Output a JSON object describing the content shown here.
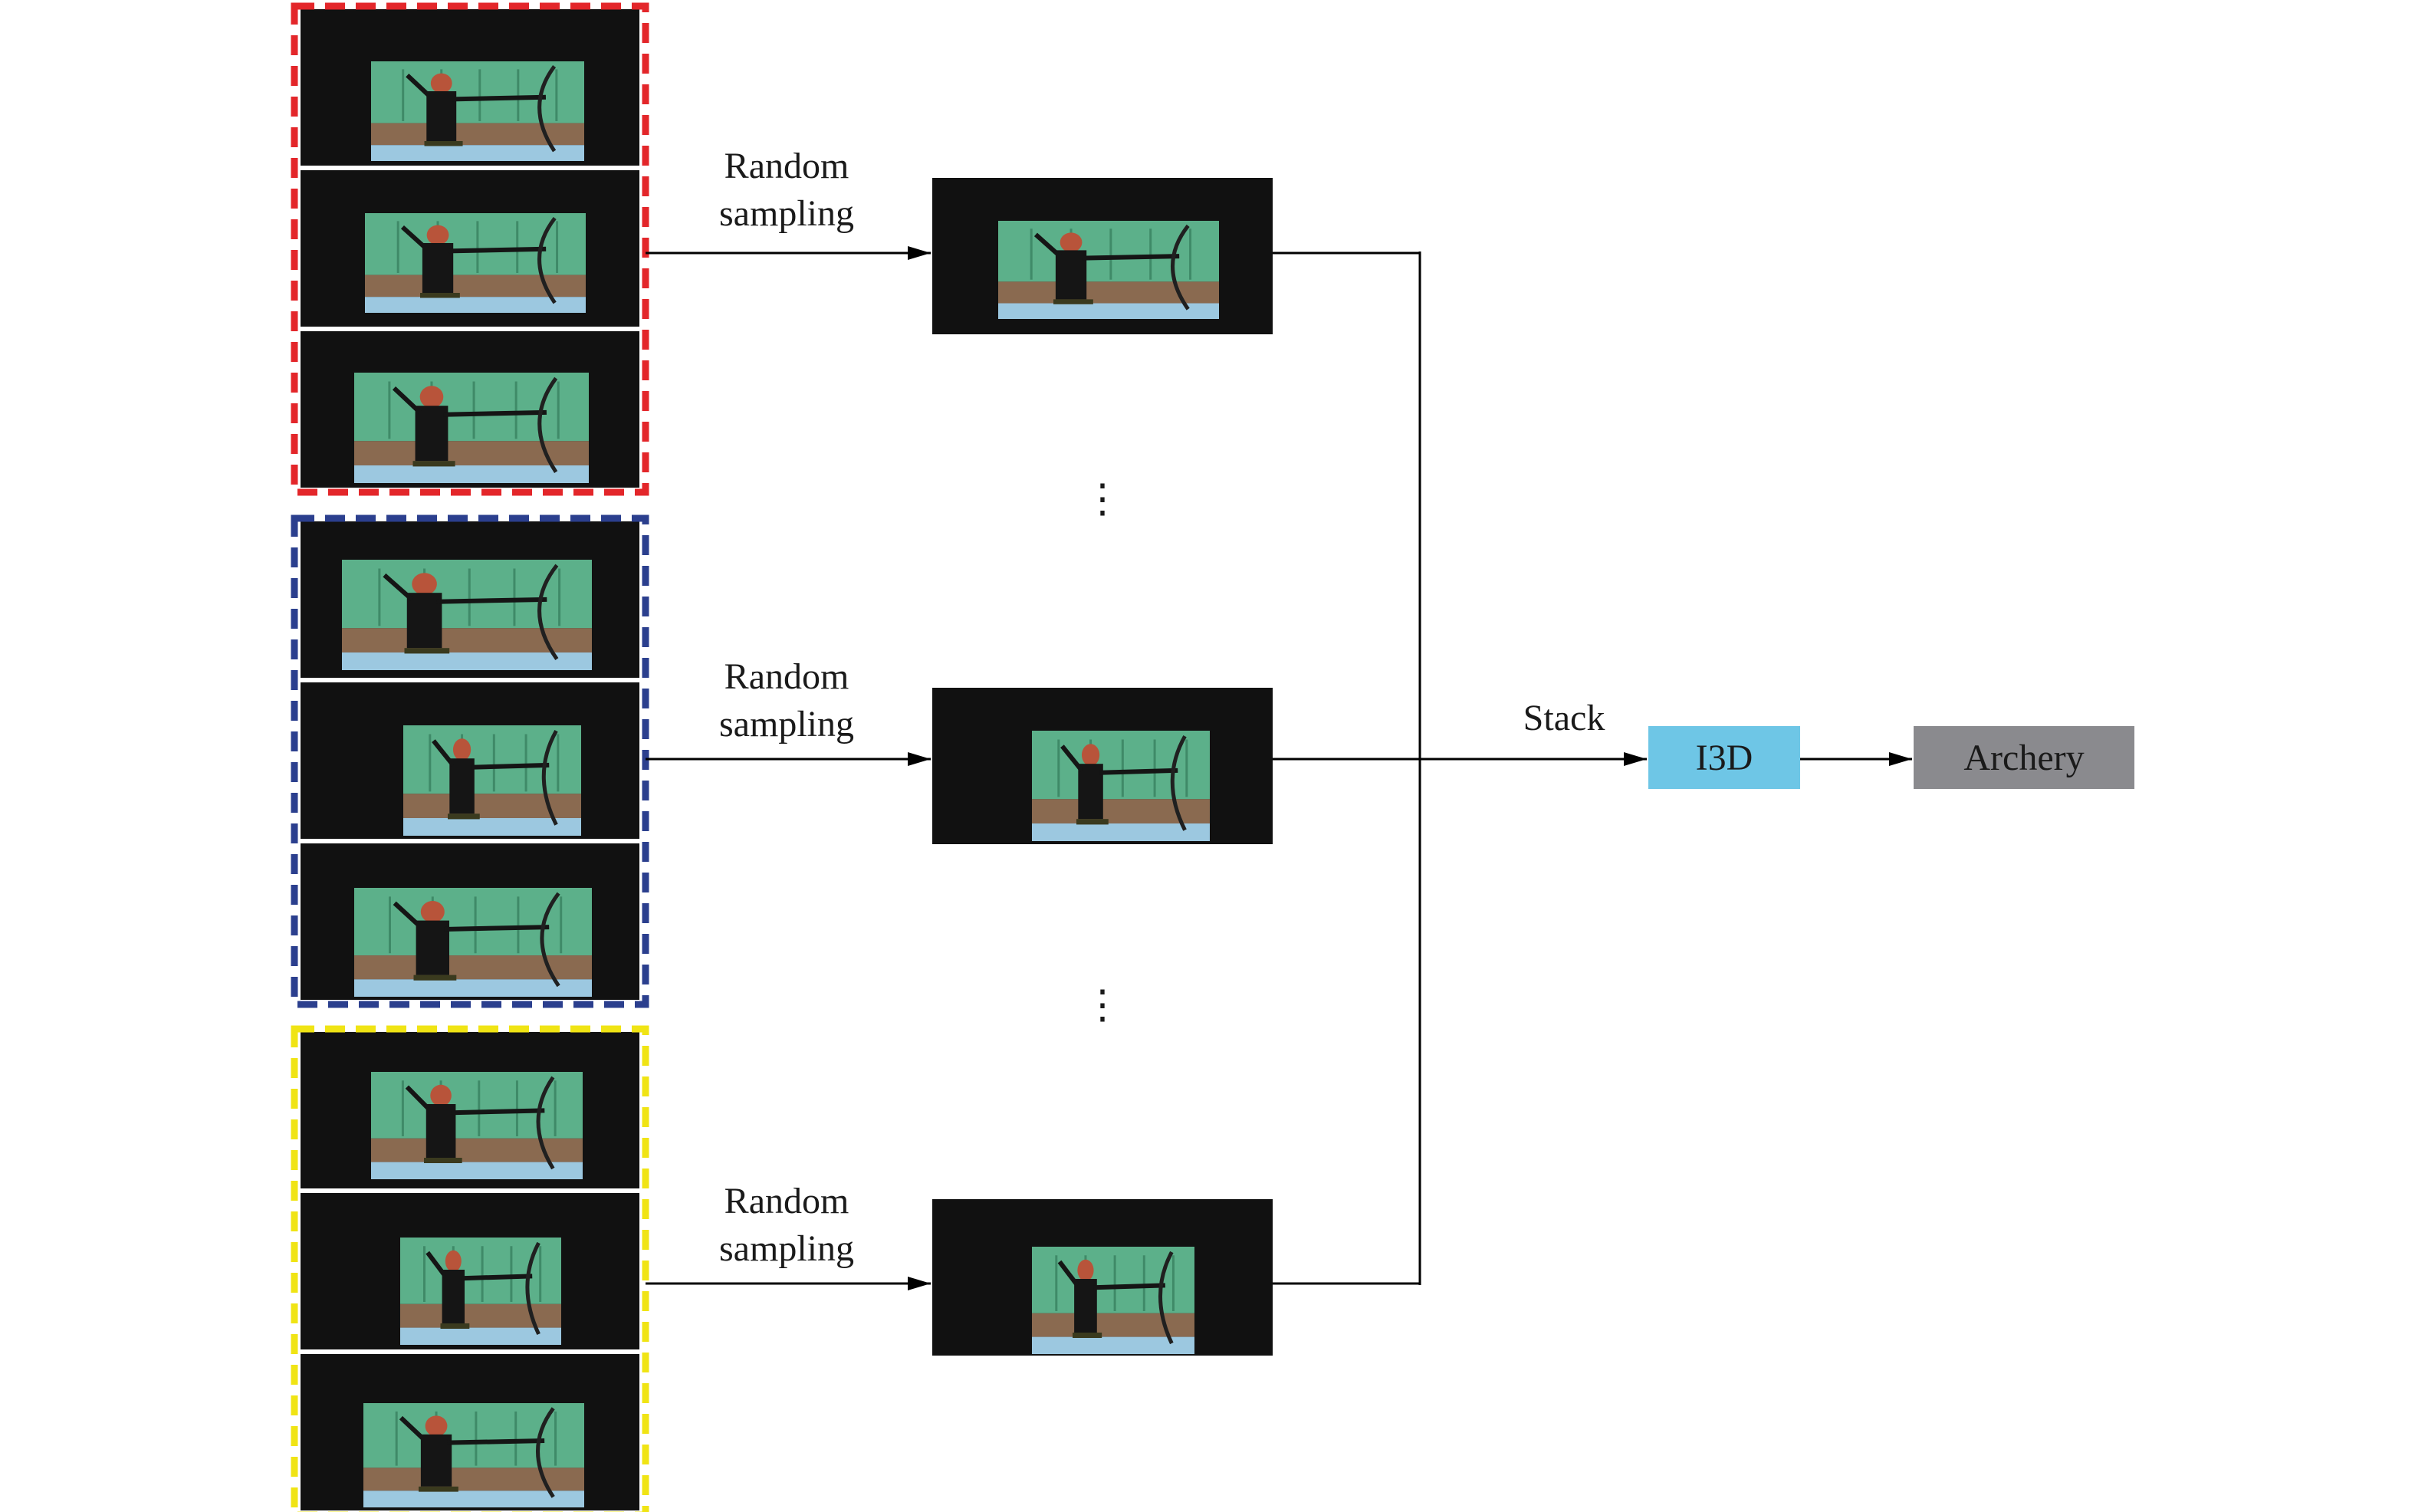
{
  "groups": [
    {
      "name": "group-red",
      "border_color": "#e3262a"
    },
    {
      "name": "group-blue",
      "border_color": "#2b3f8e"
    },
    {
      "name": "group-yellow",
      "border_color": "#f0e414"
    }
  ],
  "sampling_label": [
    "Random",
    "sampling"
  ],
  "ellipsis": "⋮",
  "stack_label": "Stack",
  "i3d": {
    "label": "I3D",
    "color": "#6ec6e6"
  },
  "output": {
    "label": "Archery",
    "color": "#8a8a8e"
  },
  "colors": {
    "frame_bg": "#111111",
    "wall_green": "#5cb08a",
    "floor_brown": "#8a6a50",
    "floor_blue": "#9cc8e0",
    "line": "#000000"
  }
}
